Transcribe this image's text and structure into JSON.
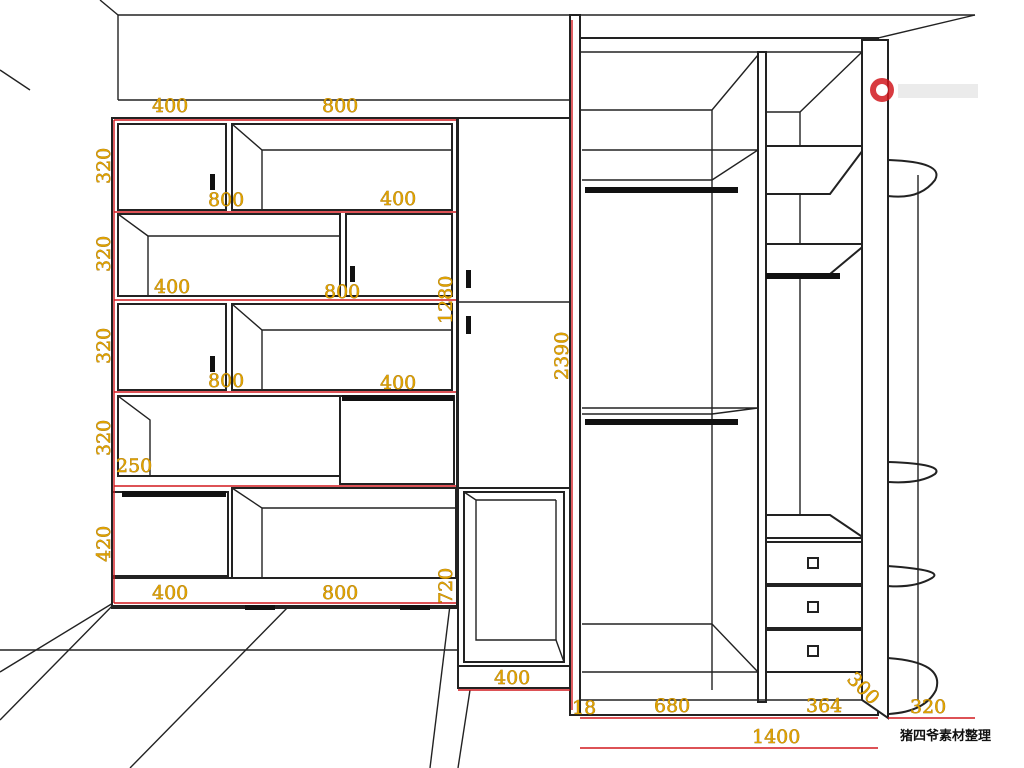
{
  "watermark": "猪四爷素材整理",
  "dimensions": {
    "top_left_400": "400",
    "top_800": "800",
    "row1_height": "320",
    "row1_800": "800",
    "row1_400": "400",
    "row2_height": "320",
    "row2_400": "400",
    "row2_800": "800",
    "door_1280": "1280",
    "row3_height": "320",
    "row3_800": "800",
    "row3_400": "400",
    "total_height": "2390",
    "row4_height": "320",
    "row4_250": "250",
    "bottom_height": "420",
    "bottom_400": "400",
    "bottom_800": "800",
    "base_720": "720",
    "niche_400": "400",
    "wardrobe_18": "18",
    "wardrobe_680": "680",
    "wardrobe_364": "364",
    "wardrobe_300": "300",
    "corner_320": "320",
    "wardrobe_total_1400": "1400"
  }
}
